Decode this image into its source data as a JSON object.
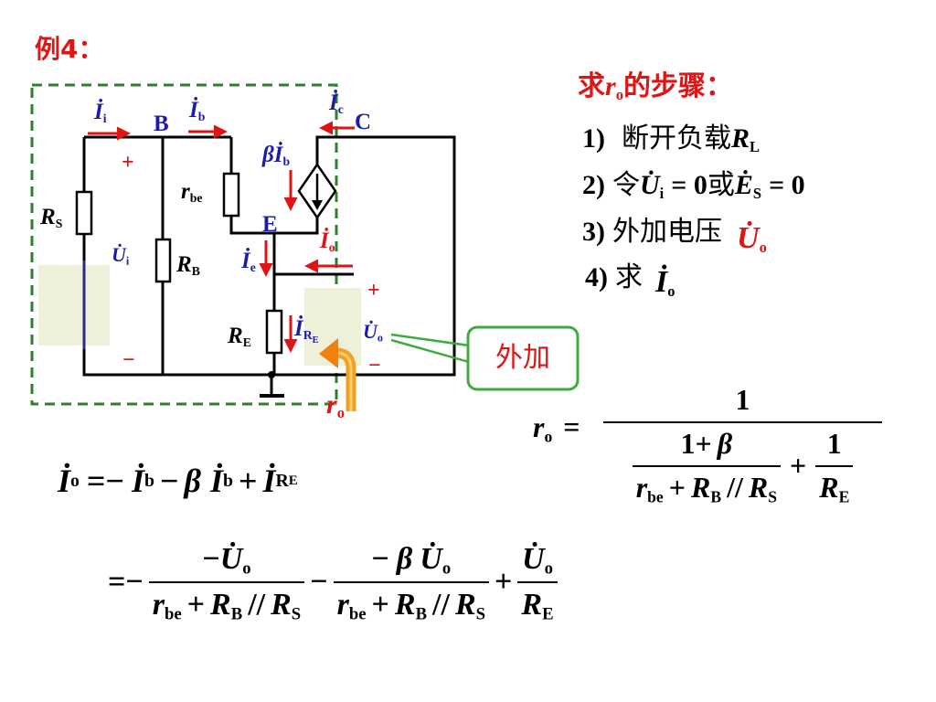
{
  "title": "例4：",
  "steps": {
    "heading": {
      "pre": "求",
      "var": "r",
      "sub": "o",
      "post": "的步骤："
    },
    "s1": {
      "num": "1)",
      "text": "断开负载",
      "var": "R",
      "sub": "L"
    },
    "s2": {
      "num": "2)",
      "text": "令",
      "v1": "U̇",
      "s1": "i",
      "eq1": "= 0",
      "or": "或",
      "v2": "Ė",
      "s2": "S",
      "eq2": "= 0"
    },
    "s3": {
      "num": "3)",
      "text": "外加电压",
      "var": "U̇",
      "sub": "o"
    },
    "s4": {
      "num": "4)",
      "text": "求",
      "var": "İ",
      "sub": "o"
    }
  },
  "callout": "外加",
  "circuit": {
    "Ii": {
      "v": "İ",
      "s": "i"
    },
    "node_B": "B",
    "Ib": {
      "v": "İ",
      "s": "b"
    },
    "Ic": {
      "v": "İ",
      "s": "c"
    },
    "node_C": "C",
    "bIb": {
      "v": "βİ",
      "s": "b"
    },
    "RS": {
      "v": "R",
      "s": "S"
    },
    "rbe": {
      "v": "r",
      "s": "be"
    },
    "node_E": "E",
    "Ui": {
      "v": "U̇",
      "s": "i"
    },
    "RB": {
      "v": "R",
      "s": "B"
    },
    "Ie": {
      "v": "İ",
      "s": "e"
    },
    "Io": {
      "v": "İ",
      "s": "o"
    },
    "RE": {
      "v": "R",
      "s": "E"
    },
    "IRE": {
      "v": "İ",
      "s": "R",
      "ss": "E"
    },
    "Uo": {
      "v": "U̇",
      "s": "o"
    },
    "ro": {
      "v": "r",
      "s": "o"
    },
    "plus": "+",
    "minus": "−"
  },
  "denom": {
    "r": "r",
    "rs": "be",
    "plus": "+",
    "R1": "R",
    "R1s": "B",
    "par": "//",
    "R2": "R",
    "R2s": "S"
  },
  "formula_ro": {
    "lhs": {
      "v": "r",
      "s": "o",
      "eq": "="
    },
    "num": "1",
    "inner_num": {
      "a": "1+",
      "b": "β"
    },
    "plus": "+",
    "one": "1",
    "RE": {
      "v": "R",
      "s": "E"
    }
  },
  "eq1": {
    "lhs": {
      "v": "İ",
      "s": "o"
    },
    "op1": "=−",
    "t1": {
      "v": "İ",
      "s": "b"
    },
    "op2": "−",
    "beta": "β",
    "t2": {
      "v": "İ",
      "s": "b"
    },
    "op3": "+",
    "t3": {
      "v": "İ",
      "s": "R",
      "ss": "E"
    }
  },
  "eq2": {
    "lead": "=−",
    "f1num": {
      "neg": "−",
      "v": "U̇",
      "s": "o"
    },
    "op1": "−",
    "f2num": {
      "neg": "−",
      "beta": "β",
      "v": "U̇",
      "s": "o"
    },
    "op2": "+",
    "f3num": {
      "v": "U̇",
      "s": "o"
    },
    "f3den": {
      "v": "R",
      "s": "E"
    }
  },
  "colors": {
    "red": "#e01414",
    "blue": "#1c1ca8",
    "green": "#2f7f2f",
    "orange": "#f5a020"
  }
}
